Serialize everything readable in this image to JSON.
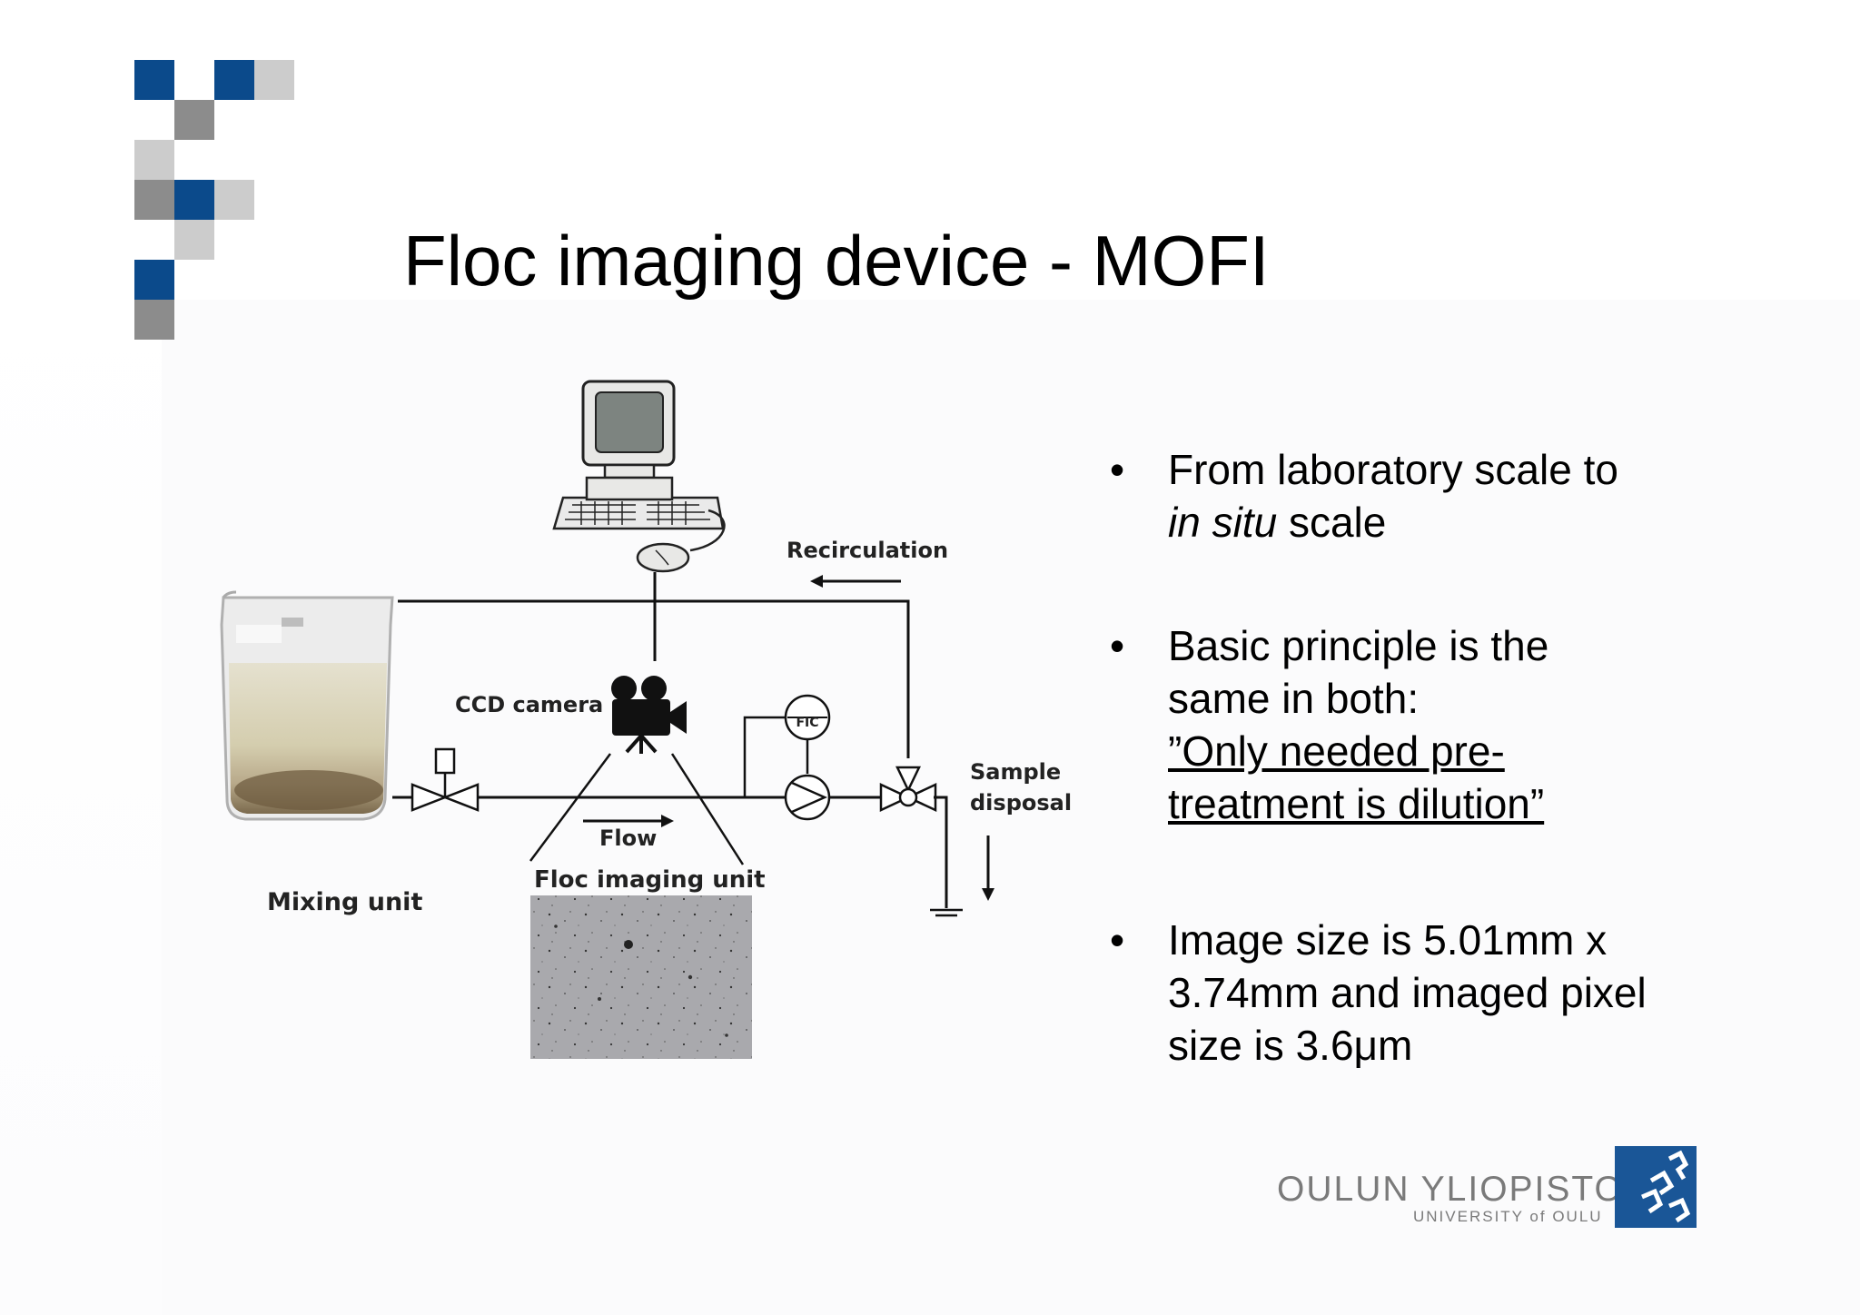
{
  "slide": {
    "title": "Floc imaging device - MOFI"
  },
  "diagram": {
    "labels": {
      "recirculation": "Recirculation",
      "ccd_camera": "CCD camera",
      "fic": "FIC",
      "sample": "Sample",
      "disposal": "disposal",
      "flow": "Flow",
      "floc_imaging_unit": "Floc imaging unit",
      "mixing_unit": "Mixing unit"
    }
  },
  "bullets": {
    "b1_line1": "From laboratory scale to",
    "b1_line2_italic": "in situ",
    "b1_line2_rest": " scale",
    "b2_line1": "Basic principle is the",
    "b2_line2": "same in both:",
    "b2_line3": "”Only needed pre-",
    "b2_line4": "treatment is dilution”",
    "b3_line1": "Image size is 5.01mm x",
    "b3_line2": "3.74mm and imaged pixel",
    "b3_line3": "size is 3.6μm",
    "marker": "•"
  },
  "university": {
    "name": "OULUN YLIOPISTO",
    "subname": "UNIVERSITY of OULU"
  },
  "colors": {
    "brand_blue": "#0b4a8b",
    "grey": "#8c8c8c",
    "light_grey": "#cccccc"
  }
}
